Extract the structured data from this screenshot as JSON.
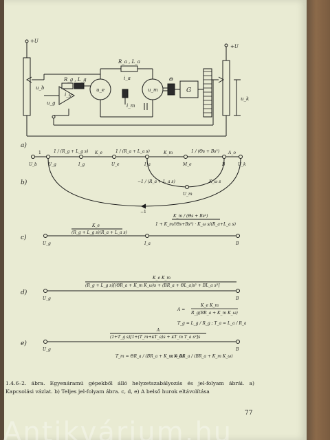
{
  "schematic": {
    "plus_u_left": "+U",
    "plus_u_right": "+U",
    "u_b": "u_b",
    "u_g": "u_g",
    "i_g": "i_g",
    "rg_lg": "R_g , L_g",
    "ra_la": "R_a , L_a",
    "i_a": "i_a",
    "u_e": "u_e",
    "i_m": "i_m",
    "u_m": "u_m",
    "theta": "Θ",
    "g": "G",
    "u_k": "u_k",
    "label_a": "a)"
  },
  "diagram_b": {
    "label": "b)",
    "nodes": [
      "U_b",
      "U_g",
      "I_g",
      "U_e",
      "I_a",
      "M_e",
      "B",
      "U_k"
    ],
    "one": "1",
    "g1": "1 / (R_g + L_g s)",
    "ke": "K_e",
    "g2": "1 / (R_a + L_a s)",
    "km": "K_m",
    "g3": "1 / (Θs + Bs²)",
    "ao": "A_o",
    "fb_ra": "−1 / (R_a + L_a s)",
    "kw": "K_ω s",
    "u_m": "U_m",
    "minus_one": "−1"
  },
  "diagram_c": {
    "label": "c)",
    "num1": "K_e",
    "den1": "(R_g + L_g s)(R_a + L_a s)",
    "num2": "K_m / (Θs + Bs²)",
    "den2": "1 + K_m/(Θs+Bs²) · K_ω s/(R_a+L_a s)",
    "u_g": "U_g",
    "i_a": "I_a",
    "b": "B"
  },
  "diagram_d": {
    "label": "d)",
    "num": "K_e K_m",
    "den": "(R_g + L_g s)[(ΘR_a + K_m K_ω)s + (BR_a + ΘL_a)s² + BL_a s³]",
    "u_g": "U_g",
    "b": "B",
    "eq_a_lhs": "A =",
    "eq_a_num": "K_e K_m",
    "eq_a_den": "R_g(BR_a + K_m K_ω)",
    "eq_t": "T_g = L_g / R_g ;  T_a = L_a / R_a"
  },
  "diagram_e": {
    "label": "e)",
    "num": "A",
    "den": "(1+T_g s)[1+(T_m+κT_a)s + κT_m T_a s²]s",
    "u_g": "U_g",
    "b": "B",
    "eq_tm": "T_m = ΘR_a / (BR_a + K_m K_ω)",
    "eq_k": "κ = BR_a / (BR_a + K_m K_ω)"
  },
  "caption": {
    "text": "1.4.6–2. ábra. Egyenáramú gépekből álló helyzetszabályozás és jel-folyam ábrái. a) Kapcsolási vázlat. b) Teljes jel-folyam ábra. c, d, e) A belső hurok eltávolítása"
  },
  "page_number": "77",
  "watermark": "Antikvárium.hu"
}
